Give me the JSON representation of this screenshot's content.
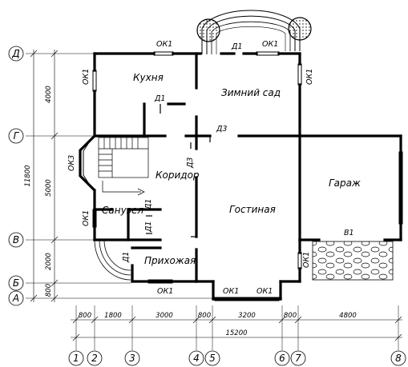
{
  "rooms": {
    "kitchen": "Кухня",
    "winter_garden": "Зимний сад",
    "corridor": "Коридор",
    "garage": "Гараж",
    "living_room": "Гостиная",
    "bathroom": "Санузел",
    "hall": "Прихожая"
  },
  "openings": {
    "ok1": "ОК1",
    "ok3": "ОК3",
    "d1": "Д1",
    "d3": "Д3",
    "v1": "В1"
  },
  "axes": {
    "rows": [
      "Д",
      "Г",
      "В",
      "Б",
      "А"
    ],
    "cols": [
      "1",
      "2",
      "3",
      "4",
      "5",
      "6",
      "7",
      "8"
    ]
  },
  "dims": {
    "horizontal": [
      "800",
      "1800",
      "3000",
      "800",
      "3200",
      "800",
      "4800"
    ],
    "horizontal_total": "15200",
    "vertical": [
      "4000",
      "5000",
      "2000",
      "800"
    ],
    "vertical_total": "11800"
  }
}
